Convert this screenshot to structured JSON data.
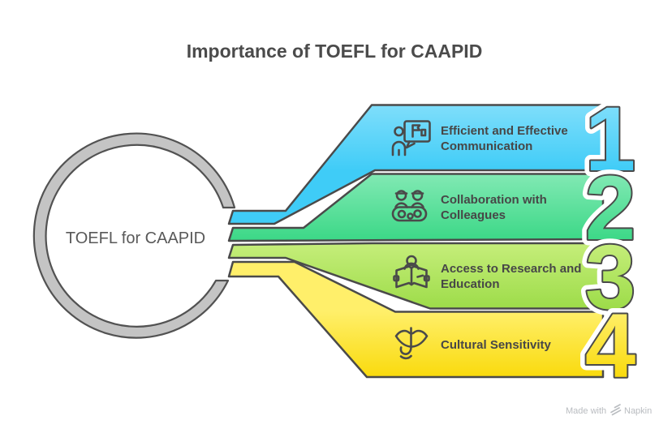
{
  "title": "Importance of TOEFL for CAAPID",
  "center": {
    "label": "TOEFL for CAAPID"
  },
  "colors": {
    "outline": "#4a4a4a",
    "ring_fill": "#c4c4c4",
    "ring_stroke": "#525252",
    "title_text": "#4b4b4b",
    "label_text": "#474747",
    "footer_gray": "#b9bcc0"
  },
  "items": [
    {
      "number": "1",
      "label_line1": "Efficient and Effective",
      "label_line2": "Communication",
      "icon": "presentation-speech-icon",
      "color_top": "#7fdefb",
      "color_bottom": "#3fccf7"
    },
    {
      "number": "2",
      "label_line1": "Collaboration with",
      "label_line2": "Colleagues",
      "icon": "colleagues-icon",
      "color_top": "#82e9b4",
      "color_bottom": "#3cd887"
    },
    {
      "number": "3",
      "label_line1": "Access to Research and",
      "label_line2": "Education",
      "icon": "reading-book-icon",
      "color_top": "#c6ee7b",
      "color_bottom": "#9ddc49"
    },
    {
      "number": "4",
      "label_line1": "Cultural Sensitivity",
      "label_line2": "",
      "icon": "quiet-gesture-icon",
      "color_top": "#ffef6a",
      "color_bottom": "#f9da0c"
    }
  ],
  "footer": {
    "made_with": "Made with",
    "brand": "Napkin"
  }
}
